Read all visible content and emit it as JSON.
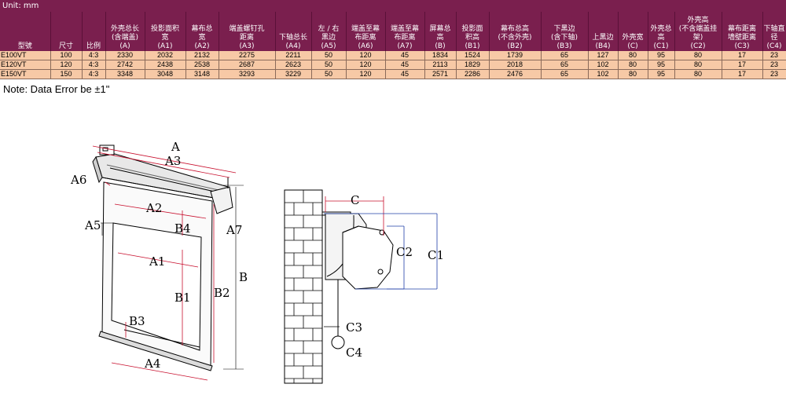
{
  "unit_label": "Unit: mm",
  "table": {
    "headers": [
      {
        "text": "型號"
      },
      {
        "text": "尺寸"
      },
      {
        "text": "比例"
      },
      {
        "text": "外壳总长\n(含端盖)\n(A)"
      },
      {
        "text": "投影面积\n宽\n(A1)"
      },
      {
        "text": "幕布总\n宽\n(A2)"
      },
      {
        "text": "端盖螺钉孔\n距离\n(A3)"
      },
      {
        "text": "下轴总长\n(A4)"
      },
      {
        "text": "左 / 右\n黑边\n(A5)"
      },
      {
        "text": "端盖至幕\n布距离\n(A6)"
      },
      {
        "text": "端盖至幕\n布距离\n(A7)"
      },
      {
        "text": "屏幕总\n高\n(B)"
      },
      {
        "text": "投影面\n积高\n(B1)"
      },
      {
        "text": "幕布总高\n(不含外壳)\n(B2)"
      },
      {
        "text": "下黑边\n(含下轴)\n(B3)"
      },
      {
        "text": "上黑边\n(B4)"
      },
      {
        "text": "外壳宽\n(C)"
      },
      {
        "text": "外壳总\n高\n(C1)"
      },
      {
        "text": "外壳高\n(不含端盖挂\n架)\n(C2)"
      },
      {
        "text": "幕布距离\n墙壁距离\n(C3)"
      },
      {
        "text": "下轴直径\n(C4)"
      }
    ],
    "rows": [
      [
        "E100VT",
        "100",
        "4:3",
        "2330",
        "2032",
        "2132",
        "2275",
        "2211",
        "50",
        "120",
        "45",
        "1834",
        "1524",
        "1739",
        "65",
        "127",
        "80",
        "95",
        "80",
        "17",
        "23"
      ],
      [
        "E120VT",
        "120",
        "4:3",
        "2742",
        "2438",
        "2538",
        "2687",
        "2623",
        "50",
        "120",
        "45",
        "2113",
        "1829",
        "2018",
        "65",
        "102",
        "80",
        "95",
        "80",
        "17",
        "23"
      ],
      [
        "E150VT",
        "150",
        "4:3",
        "3348",
        "3048",
        "3148",
        "3293",
        "3229",
        "50",
        "120",
        "45",
        "2571",
        "2286",
        "2476",
        "65",
        "102",
        "80",
        "95",
        "80",
        "17",
        "23"
      ]
    ]
  },
  "note": "Note: Data Error be ±1\"",
  "diagram_labels": {
    "A": "A",
    "A1": "A1",
    "A2": "A2",
    "A3": "A3",
    "A4": "A4",
    "A5": "A5",
    "A6": "A6",
    "A7": "A7",
    "B": "B",
    "B1": "B1",
    "B2": "B2",
    "B3": "B3",
    "B4": "B4",
    "C": "C",
    "C1": "C1",
    "C2": "C2",
    "C3": "C3",
    "C4": "C4"
  },
  "colors": {
    "header_bg": "#7a1f4e",
    "row_bg": "#f7c9a6",
    "dim_red": "#c8102e",
    "dim_blue": "#1f3fa8"
  }
}
